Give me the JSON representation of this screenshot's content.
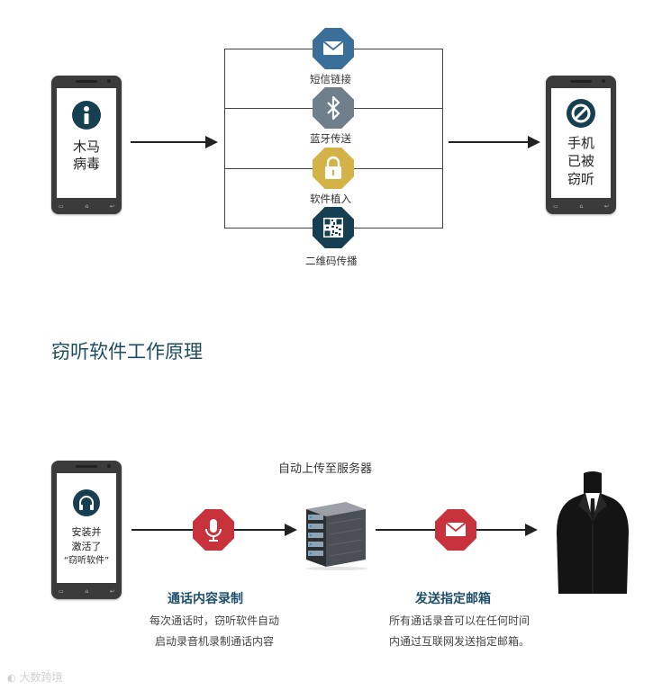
{
  "top_flow": {
    "left_phone": {
      "line1": "木马",
      "line2": "病毒",
      "icon": "info-icon"
    },
    "right_phone": {
      "line1": "手机",
      "line2": "已被",
      "line3": "窃听",
      "icon": "prohibited-icon"
    },
    "channels": [
      {
        "label": "短信链接",
        "icon": "envelope-icon",
        "color": "#3a6f9a"
      },
      {
        "label": "蓝牙传送",
        "icon": "bluetooth-icon",
        "color": "#6f7f8c"
      },
      {
        "label": "软件植入",
        "icon": "lock-icon",
        "color": "#d3b347"
      },
      {
        "label": "二维码传播",
        "icon": "qr-code-icon",
        "color": "#173f52"
      }
    ]
  },
  "section_title": "窃听软件工作原理",
  "bottom_flow": {
    "phone": {
      "line1": "安装并",
      "line2": "激活了",
      "line3": "“窃听软件”",
      "icon": "headphones-icon"
    },
    "mic_badge": {
      "icon": "microphone-icon",
      "color": "#c8323a"
    },
    "server_label": "自动上传至服务器",
    "mail_badge": {
      "icon": "envelope-icon",
      "color": "#c8323a"
    },
    "agent_icon": "suited-man-icon",
    "step1": {
      "title": "通话内容录制",
      "line1": "每次通话时，窃听软件自动",
      "line2": "启动录音机录制通话内容"
    },
    "step2": {
      "title": "发送指定邮箱",
      "line1": "所有通话录音可以在任何时间",
      "line2": "内通过互联网发送指定邮箱。"
    }
  },
  "watermark": "大数跨境"
}
